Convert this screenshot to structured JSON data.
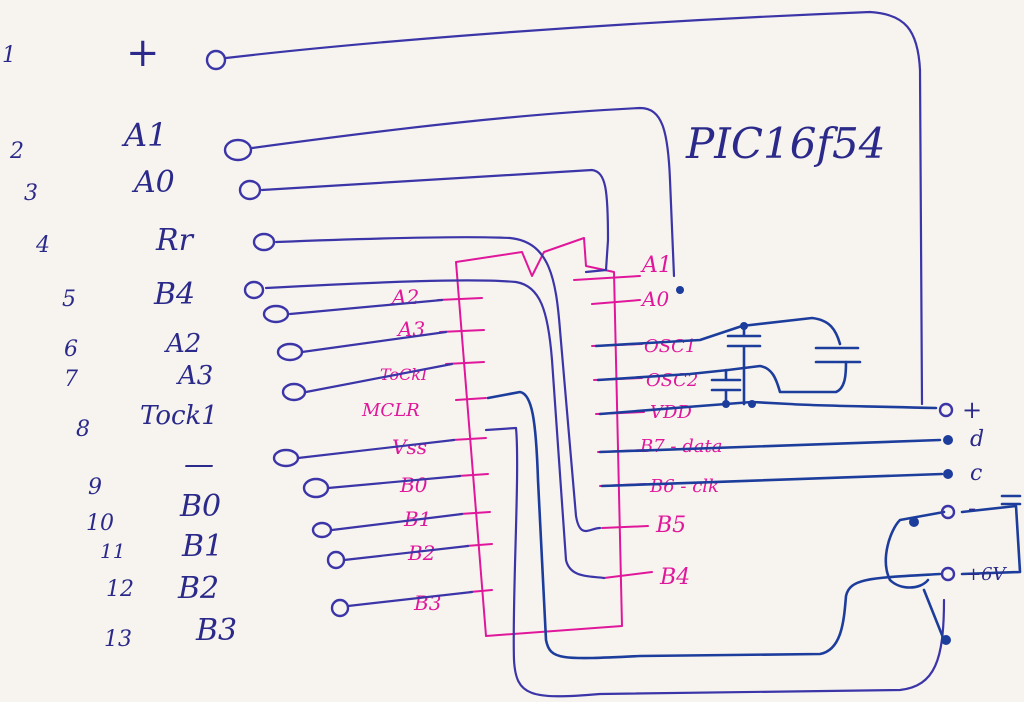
{
  "title": "PIC16f54",
  "connector": {
    "numbers": [
      "1",
      "2",
      "3",
      "4",
      "5",
      "6",
      "7",
      "8",
      "9",
      "10",
      "11",
      "12",
      "13"
    ],
    "signals": [
      "+",
      "A1",
      "A0",
      "Rr",
      "B4",
      "A2",
      "A3",
      "Tock1",
      "—",
      "B0",
      "B1",
      "B2",
      "B3"
    ]
  },
  "chip": {
    "left_pins": [
      "A2",
      "A3",
      "ToCkI",
      "MCLR",
      "Vss",
      "B0",
      "B1",
      "B2",
      "B3"
    ],
    "right_pins": [
      "A1",
      "A0",
      "OSC1",
      "OSC2",
      "VDD",
      "B7 - data",
      "B6 - clk",
      "B5",
      "B4"
    ]
  },
  "output": {
    "labels": [
      "+",
      "d",
      "c",
      "-",
      "+6V"
    ]
  },
  "colors": {
    "paper": "#f7f4ef",
    "ink_blue": "#3b35a8",
    "ink_dark_blue": "#1d3d9c",
    "ink_pink": "#e0179b"
  }
}
